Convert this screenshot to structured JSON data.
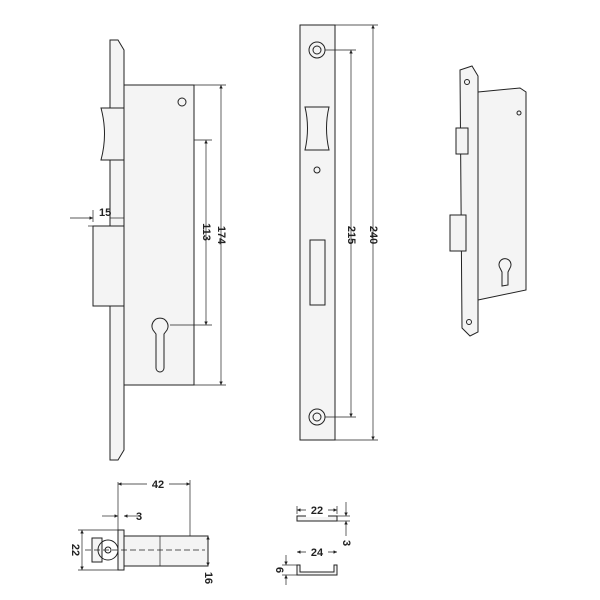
{
  "drawing": {
    "front_view": {
      "latch_offset": "15",
      "center_distance": "113",
      "body_height": "174"
    },
    "faceplate_view": {
      "hole_spacing": "215",
      "plate_length": "240"
    },
    "top_view": {
      "backset": "42",
      "plate_thickness": "3",
      "plate_width": "22",
      "body_thickness": "16"
    },
    "strike_profiles": {
      "flat_width": "22",
      "flat_thickness": "3",
      "channel_width": "24",
      "channel_depth": "6"
    }
  }
}
